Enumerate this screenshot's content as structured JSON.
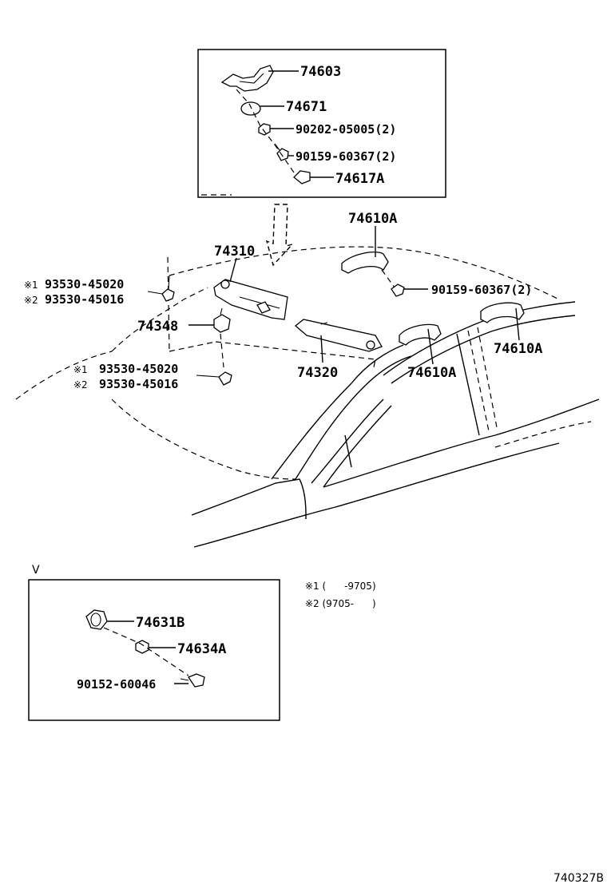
{
  "labels": {
    "p74603": "74603",
    "p74671": "74671",
    "p90202": "90202-05005(2)",
    "p90159a": "90159-60367(2)",
    "p74617a": "74617A",
    "p74610a_top": "74610A",
    "p90159b": "90159-60367(2)",
    "p74310": "74310",
    "mark1a": "※1",
    "p93530_45020a": "93530-45020",
    "mark2a": "※2",
    "p93530_45016a": "93530-45016",
    "p74348": "74348",
    "mark1b": "※1",
    "p93530_45020b": "93530-45020",
    "mark2b": "※2",
    "p93530_45016b": "93530-45016",
    "p74320": "74320",
    "p74610a_mid": "74610A",
    "p74610a_right": "74610A",
    "p74631b": "74631B",
    "p74634a": "74634A",
    "p90152": "90152-60046",
    "inset_v": "V",
    "note1": "※1 (      -9705)",
    "note2": "※2 (9705-      )",
    "figure_id": "740327B"
  }
}
